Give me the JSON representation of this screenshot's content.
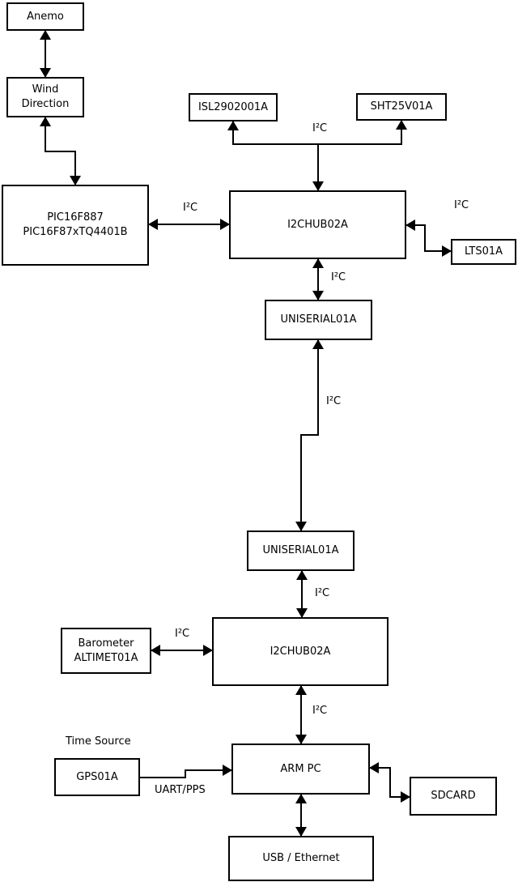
{
  "diagram": {
    "type": "block-diagram",
    "background_color": "#ffffff",
    "line_color": "#000000",
    "text_color": "#000000",
    "nodes": {
      "anemo": {
        "label": "Anemo"
      },
      "wind": {
        "label": "Wind\nDirection"
      },
      "pic": {
        "label": "PIC16F887\nPIC16F87xTQ4401B"
      },
      "isl": {
        "label": "ISL2902001A"
      },
      "sht": {
        "label": "SHT25V01A"
      },
      "hub1": {
        "label": "I2CHUB02A"
      },
      "lts": {
        "label": "LTS01A"
      },
      "uniserial1": {
        "label": "UNISERIAL01A"
      },
      "uniserial2": {
        "label": "UNISERIAL01A"
      },
      "hub2": {
        "label": "I2CHUB02A"
      },
      "barometer": {
        "label": "Barometer\nALTIMET01A"
      },
      "gps": {
        "label": "GPS01A"
      },
      "armpc": {
        "label": "ARM PC"
      },
      "sdcard": {
        "label": "SDCARD"
      },
      "usb": {
        "label": "USB / Ethernet"
      }
    },
    "edge_labels": {
      "i2c_sensors": "I²C",
      "i2c_pic_hub": "I²C",
      "i2c_hub_lts": "I²C",
      "i2c_hub1_uni1": "I²C",
      "i2c_uni1_uni2": "I²C",
      "i2c_uni2_hub2": "I²C",
      "i2c_baro_hub2": "I²C",
      "i2c_hub2_armpc": "I²C",
      "uart_pps": "UART/PPS",
      "time_source": "Time Source"
    }
  }
}
